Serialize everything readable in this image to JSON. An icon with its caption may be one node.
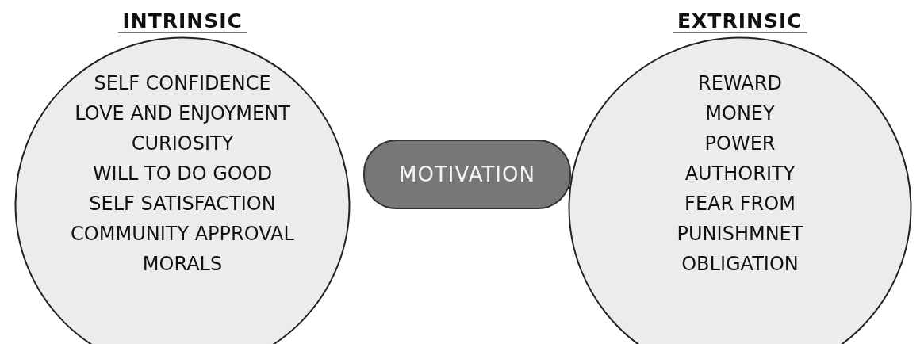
{
  "diagram": {
    "nodes": [
      {
        "text": [
          "INTRINSIC",
          "SELF CONFIDENCE",
          "LOVE AND ENJOYMENT",
          "CURIOSITY",
          "WILL TO DO GOOD",
          "SELF SATISFACTION",
          "COMMUNITY APPROVAL",
          "MORALS"
        ]
      },
      {
        "text": [
          "MOTIVATION"
        ]
      },
      {
        "text": [
          "EXTRINSIC",
          "REWARD",
          "MONEY",
          "POWER",
          "AUTHORITY",
          "FEAR FROM",
          "PUNISHMNET",
          "OBLIGATION"
        ]
      }
    ]
  }
}
